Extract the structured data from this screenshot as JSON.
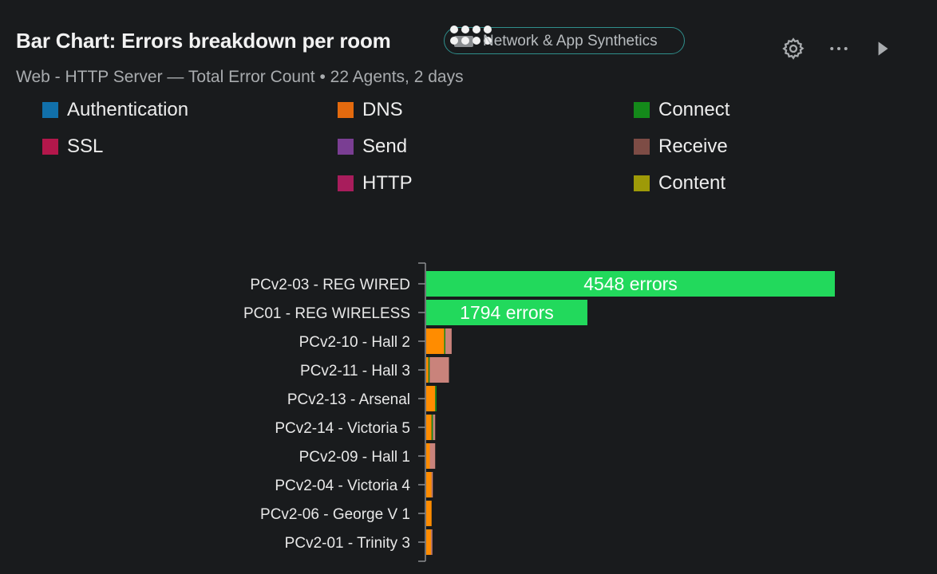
{
  "header": {
    "title": "Bar Chart: Errors breakdown per room",
    "badge_label": "Network & App Synthetics",
    "subtitle": "Web - HTTP Server — Total Error Count • 22 Agents, 2 days",
    "settings_icon": "gear-icon",
    "more_icon": "ellipsis-icon",
    "play_icon": "play-icon"
  },
  "colors": {
    "Authentication": "#1170aa",
    "DNS": "#e36a0e",
    "Connect": "#14891a",
    "SSL": "#b3174b",
    "Send": "#7a3e93",
    "Receive": "#7d4c45",
    "HTTP": "#a81d5c",
    "Content": "#9e9a08",
    "bar_fill_top": "#22d95c",
    "bar_orange": "#ff8c00",
    "bar_pink": "#c9837b"
  },
  "legend": [
    {
      "label": "Authentication"
    },
    {
      "label": "DNS"
    },
    {
      "label": "Connect"
    },
    {
      "label": "SSL"
    },
    {
      "label": "Send"
    },
    {
      "label": "Receive"
    },
    {
      "label": "HTTP"
    },
    {
      "label": "Content"
    }
  ],
  "chart_data": {
    "type": "bar",
    "orientation": "horizontal",
    "stacked": true,
    "title": "Bar Chart: Errors breakdown per room",
    "xlim": [
      0,
      4548
    ],
    "categories": [
      "PCv2-03 - REG WIRED",
      "PC01 - REG WIRELESS",
      "PCv2-10 - Hall 2",
      "PCv2-11 - Hall 3",
      "PCv2-13 - Arsenal",
      "PCv2-14 - Victoria 5",
      "PCv2-09 - Hall 1",
      "PCv2-04 - Victoria 4",
      "PCv2-06 - George V 1",
      "PCv2-01 - Trinity 3"
    ],
    "bars": [
      {
        "segments": [
          {
            "series": "Total",
            "value": 4548,
            "color": "#22d95c"
          }
        ],
        "label": "4548 errors"
      },
      {
        "segments": [
          {
            "series": "Total",
            "value": 1794,
            "color": "#22d95c"
          }
        ],
        "label": "1794 errors"
      },
      {
        "segments": [
          {
            "series": "DNS",
            "value": 200,
            "color": "#ff8c00"
          },
          {
            "series": "Connect",
            "value": 10,
            "color": "#14891a"
          },
          {
            "series": "Receive",
            "value": 70,
            "color": "#c9837b"
          }
        ],
        "label": ""
      },
      {
        "segments": [
          {
            "series": "DNS",
            "value": 25,
            "color": "#ff8c00"
          },
          {
            "series": "Connect",
            "value": 10,
            "color": "#14891a"
          },
          {
            "series": "Receive",
            "value": 215,
            "color": "#c9837b"
          }
        ],
        "label": ""
      },
      {
        "segments": [
          {
            "series": "DNS",
            "value": 100,
            "color": "#ff8c00"
          },
          {
            "series": "Connect",
            "value": 15,
            "color": "#14891a"
          }
        ],
        "label": ""
      },
      {
        "segments": [
          {
            "series": "DNS",
            "value": 60,
            "color": "#ff8c00"
          },
          {
            "series": "Connect",
            "value": 15,
            "color": "#14891a"
          },
          {
            "series": "Receive",
            "value": 25,
            "color": "#c9837b"
          }
        ],
        "label": ""
      },
      {
        "segments": [
          {
            "series": "DNS",
            "value": 40,
            "color": "#ff8c00"
          },
          {
            "series": "Receive",
            "value": 60,
            "color": "#c9837b"
          }
        ],
        "label": ""
      },
      {
        "segments": [
          {
            "series": "DNS",
            "value": 60,
            "color": "#ff8c00"
          },
          {
            "series": "Receive",
            "value": 8,
            "color": "#c9837b"
          }
        ],
        "label": ""
      },
      {
        "segments": [
          {
            "series": "DNS",
            "value": 60,
            "color": "#ff8c00"
          }
        ],
        "label": ""
      },
      {
        "segments": [
          {
            "series": "DNS",
            "value": 55,
            "color": "#ff8c00"
          },
          {
            "series": "Receive",
            "value": 5,
            "color": "#c9837b"
          }
        ],
        "label": ""
      }
    ]
  }
}
